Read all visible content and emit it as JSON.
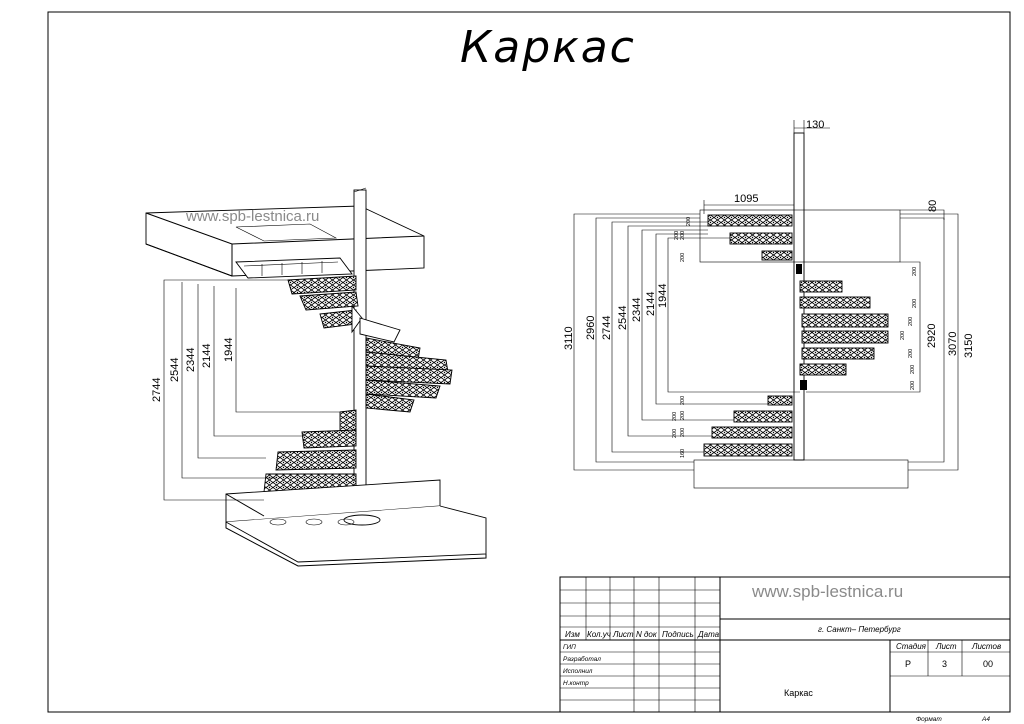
{
  "sheet": {
    "title": "Каркас",
    "watermark_left": "www.spb-lestnica.ru",
    "watermark_titleblock": "www.spb-lestnica.ru"
  },
  "iso_view": {
    "dimensions": [
      "2744",
      "2544",
      "2344",
      "2144",
      "1944"
    ]
  },
  "side_view": {
    "top_dims": [
      "130",
      "1095"
    ],
    "left_dims": [
      "3110",
      "2960",
      "2744",
      "2544",
      "2344",
      "2144",
      "1944"
    ],
    "right_dims": [
      "80",
      "2920",
      "3070",
      "3150"
    ],
    "step_rises_upper_left": [
      "200",
      "200",
      "200",
      "200"
    ],
    "step_rises_right": [
      "200",
      "200",
      "200",
      "200",
      "200",
      "200",
      "200"
    ],
    "step_rises_lower_left": [
      "200",
      "200",
      "200",
      "200",
      "200"
    ],
    "first_rise": "160"
  },
  "title_block": {
    "headers": [
      "Изм",
      "Кол.уч",
      "Лист",
      "N док",
      "Подпись",
      "Дата"
    ],
    "roles": [
      "ГИП",
      "Разработал",
      "Исполнил",
      "Н.контр"
    ],
    "city": "г. Санкт– Петербург",
    "stage_label": "Стадия",
    "sheet_label": "Лист",
    "sheets_label": "Листов",
    "stage_value": "Р",
    "sheet_value": "3",
    "sheets_value": "00",
    "drawing_name": "Каркас",
    "format_label": "Формат",
    "format_value": "А4"
  }
}
